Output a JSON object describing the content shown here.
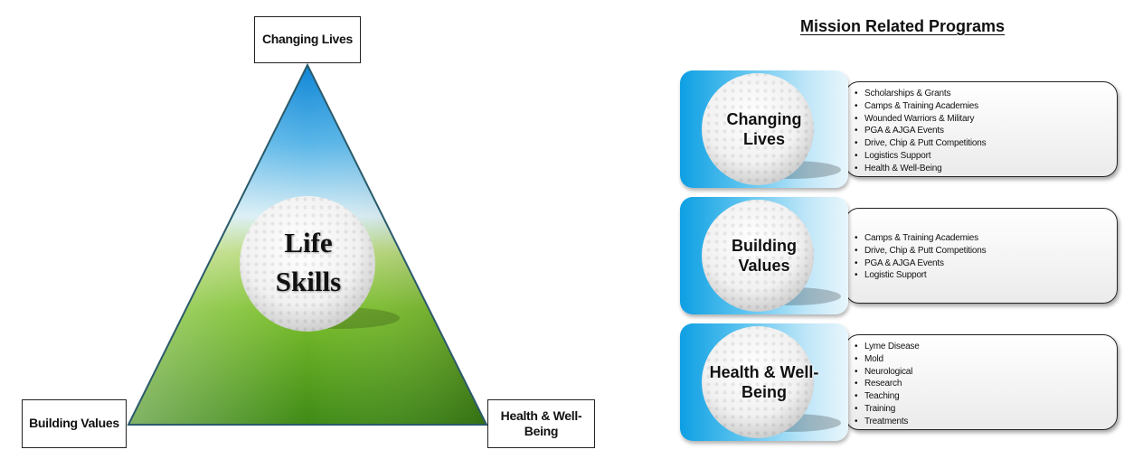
{
  "triangle": {
    "corners": {
      "top": "Changing Lives",
      "left": "Building Values",
      "right": "Health & Well-Being"
    },
    "center_label_line1": "Life",
    "center_label_line2": "Skills"
  },
  "programs": {
    "title": "Mission Related Programs",
    "items": [
      {
        "label": "Changing Lives",
        "bullets": [
          "Scholarships  & Grants",
          "Camps & Training Academies",
          "Wounded Warriors & Military",
          "PGA & AJGA Events",
          "Drive, Chip & Putt Competitions",
          "Logistics Support",
          "Health & Well-Being"
        ]
      },
      {
        "label": "Building Values",
        "bullets": [
          "Camps & Training Academies",
          "Drive, Chip & Putt Competitions",
          "PGA & AJGA Events",
          "Logistic Support"
        ]
      },
      {
        "label": "Health & Well-Being",
        "bullets": [
          "Lyme Disease",
          "Mold",
          "Neurological",
          "Research",
          "Teaching",
          "Training",
          "Treatments"
        ]
      }
    ]
  },
  "colors": {
    "sky": "#1a8fd8",
    "grass": "#4c9a1e",
    "tile_blue": "#0d9fe3",
    "outline": "#222222"
  },
  "icons": [
    "golf-ball-icon"
  ]
}
